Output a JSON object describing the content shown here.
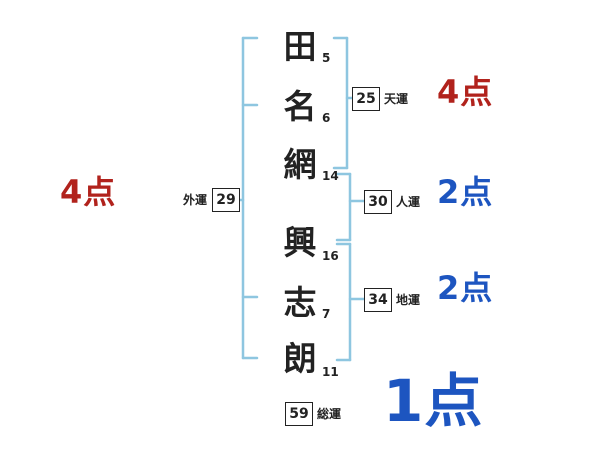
{
  "name_column": {
    "chars": [
      {
        "char": "田",
        "strokes": "5"
      },
      {
        "char": "名",
        "strokes": "6"
      },
      {
        "char": "網",
        "strokes": "14"
      },
      {
        "char": "興",
        "strokes": "16"
      },
      {
        "char": "志",
        "strokes": "7"
      },
      {
        "char": "朗",
        "strokes": "11"
      }
    ]
  },
  "fortunes": {
    "heaven": {
      "label": "天運",
      "value": "25",
      "score": "4点"
    },
    "person": {
      "label": "人運",
      "value": "30",
      "score": "2点"
    },
    "earth": {
      "label": "地運",
      "value": "34",
      "score": "2点"
    },
    "outer": {
      "label": "外運",
      "value": "29",
      "score": "4点"
    },
    "total": {
      "label": "総運",
      "value": "59",
      "score": "1点"
    }
  },
  "colors": {
    "bracket": "#8ec6e0",
    "score_red": "#b1221c",
    "score_blue": "#1d55c0",
    "text": "#222222",
    "box_border": "#222222",
    "background": "#ffffff"
  }
}
